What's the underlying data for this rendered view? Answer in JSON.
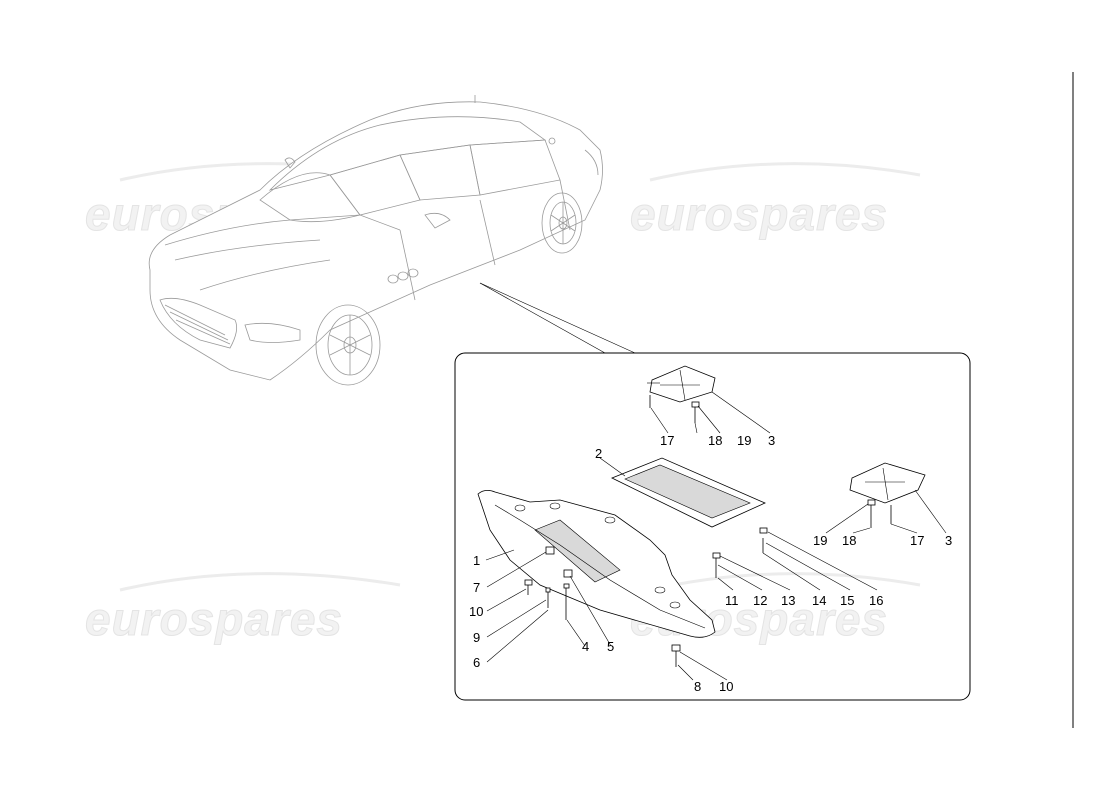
{
  "watermark": {
    "text": "eurospares"
  },
  "callouts": [
    {
      "id": "c1",
      "text": "1"
    },
    {
      "id": "c2",
      "text": "2"
    },
    {
      "id": "c3a",
      "text": "3"
    },
    {
      "id": "c3b",
      "text": "3"
    },
    {
      "id": "c4",
      "text": "4"
    },
    {
      "id": "c5",
      "text": "5"
    },
    {
      "id": "c6",
      "text": "6"
    },
    {
      "id": "c7",
      "text": "7"
    },
    {
      "id": "c8",
      "text": "8"
    },
    {
      "id": "c9",
      "text": "9"
    },
    {
      "id": "c10a",
      "text": "10"
    },
    {
      "id": "c10b",
      "text": "10"
    },
    {
      "id": "c11",
      "text": "11"
    },
    {
      "id": "c12",
      "text": "12"
    },
    {
      "id": "c13",
      "text": "13"
    },
    {
      "id": "c14",
      "text": "14"
    },
    {
      "id": "c15",
      "text": "15"
    },
    {
      "id": "c16",
      "text": "16"
    },
    {
      "id": "c17a",
      "text": "17"
    },
    {
      "id": "c17b",
      "text": "17"
    },
    {
      "id": "c18a",
      "text": "18"
    },
    {
      "id": "c18b",
      "text": "18"
    },
    {
      "id": "c19a",
      "text": "19"
    },
    {
      "id": "c19b",
      "text": "19"
    }
  ]
}
